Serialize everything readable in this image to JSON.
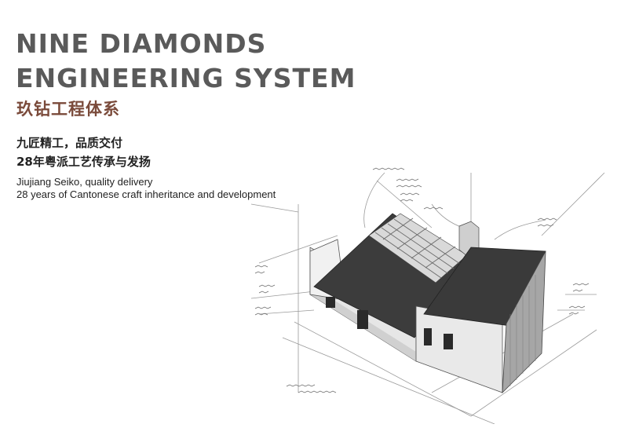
{
  "heading": {
    "line1": "NINE DIAMONDS",
    "line2": "ENGINEERING SYSTEM",
    "cn_title": "玖钻工程体系"
  },
  "tagline": {
    "cn_line1": "九匠精工，品质交付",
    "cn_line2": "28年粤派工艺传承与发扬",
    "en_line1": "Jiujiang Seiko, quality delivery",
    "en_line2": "28 years of Cantonese craft inheritance and development"
  },
  "colors": {
    "title": "#5a5a5a",
    "accent": "#7a4a3a",
    "text": "#222222"
  }
}
